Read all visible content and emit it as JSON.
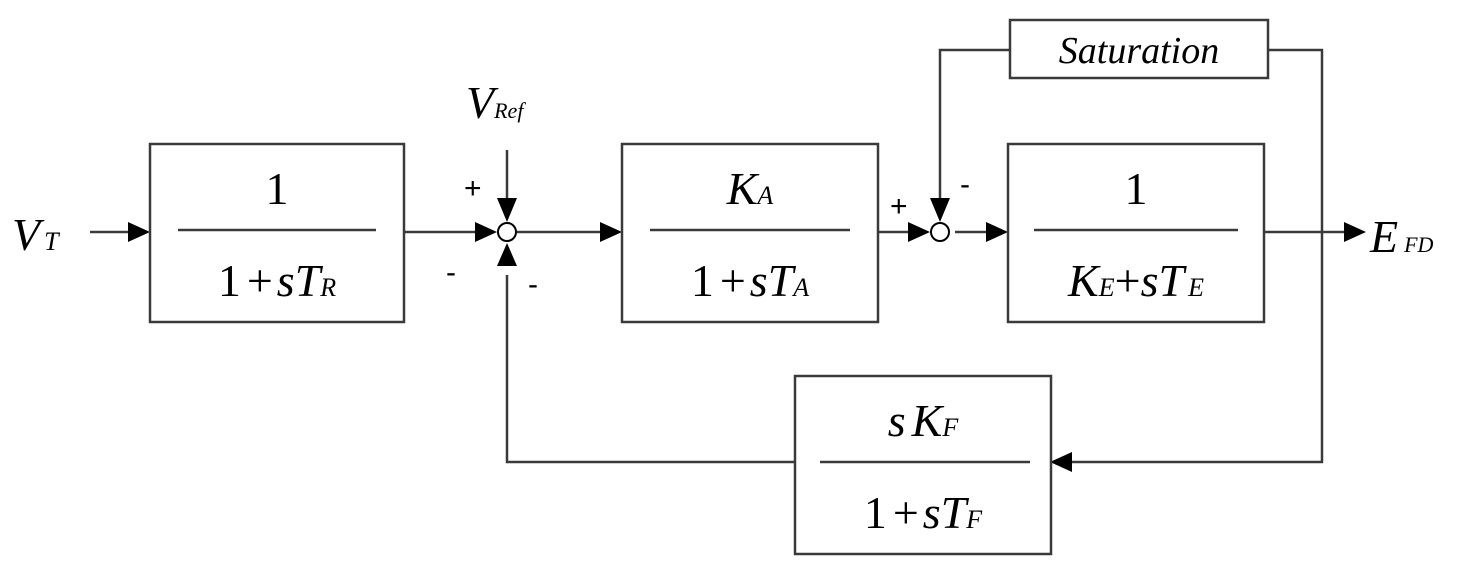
{
  "signals": {
    "input": {
      "main": "V",
      "sub": "T"
    },
    "reference": {
      "main": "V",
      "sub": "Ref"
    },
    "output": {
      "main": "E",
      "sub": "FD"
    }
  },
  "blocks": {
    "transducer": {
      "numerator": "1",
      "den_one": "1",
      "den_plus": "+",
      "den_s": "s",
      "den_T": "T",
      "den_sub": "R"
    },
    "amplifier": {
      "num_K": "K",
      "num_sub": "A",
      "den_one": "1",
      "den_plus": "+",
      "den_s": "s",
      "den_T": "T",
      "den_sub": "A"
    },
    "exciter": {
      "numerator": "1",
      "den_K": "K",
      "den_Ksub": "E",
      "den_plus": "+",
      "den_s": "s",
      "den_T": "T",
      "den_Tsub": "E"
    },
    "feedback": {
      "num_s": "s",
      "num_K": "K",
      "num_sub": "F",
      "den_one": "1",
      "den_plus": "+",
      "den_s": "s",
      "den_T": "T",
      "den_sub": "F"
    },
    "saturation": {
      "label": "Saturation"
    }
  },
  "signs": {
    "sum1_ref": "+",
    "sum1_input": "-",
    "sum1_feedback": "-",
    "sum2_forward": "+",
    "sum2_saturation": "-"
  }
}
